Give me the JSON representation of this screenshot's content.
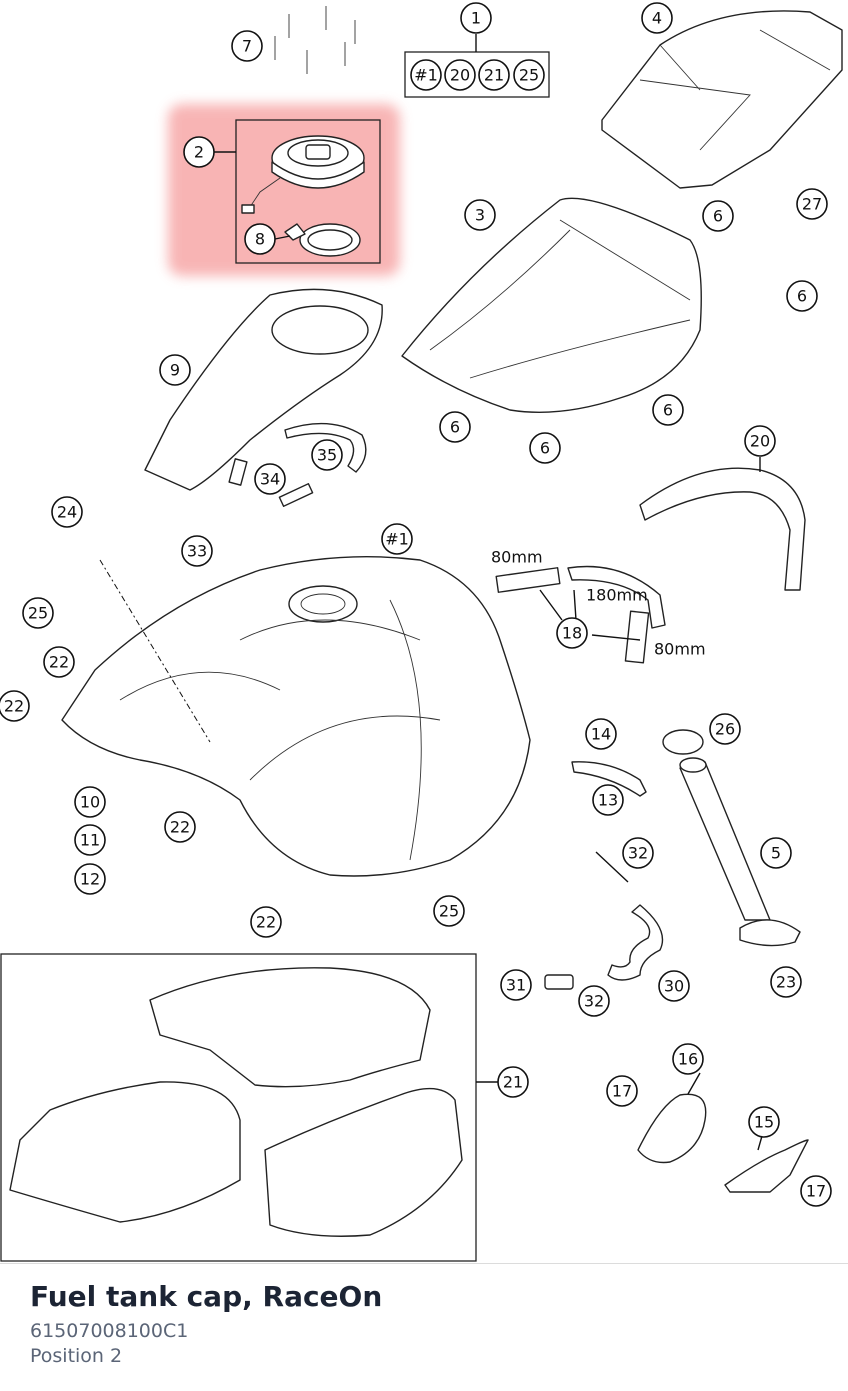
{
  "diagram": {
    "callouts": {
      "c1": "1",
      "c_set1": "#1",
      "c_set20": "20",
      "c_set21": "21",
      "c_set25": "25",
      "c2": "2",
      "c3": "3",
      "c4": "4",
      "c5": "5",
      "c6a": "6",
      "c6b": "6",
      "c6c": "6",
      "c6d": "6",
      "c6e": "6",
      "c7": "7",
      "c8": "8",
      "c9": "9",
      "c10": "10",
      "c11": "11",
      "c12": "12",
      "c13": "13",
      "c14": "14",
      "c15": "15",
      "c16": "16",
      "c17a": "17",
      "c17b": "17",
      "c18": "18",
      "c20": "20",
      "c21": "21",
      "c22a": "22",
      "c22b": "22",
      "c22c": "22",
      "c22d": "22",
      "c23": "23",
      "c24": "24",
      "c25a": "25",
      "c25b": "25",
      "c26": "26",
      "c27": "27",
      "c30": "30",
      "c31": "31",
      "c32a": "32",
      "c32b": "32",
      "c33": "33",
      "c34": "34",
      "c35": "35",
      "c_tank": "#1"
    },
    "dimensions": {
      "d80a": "80mm",
      "d180": "180mm",
      "d80b": "80mm"
    },
    "highlight_color": "#f7a8a8"
  },
  "footer": {
    "title": "Fuel tank cap, RaceOn",
    "part_number": "61507008100C1",
    "position": "Position 2"
  }
}
